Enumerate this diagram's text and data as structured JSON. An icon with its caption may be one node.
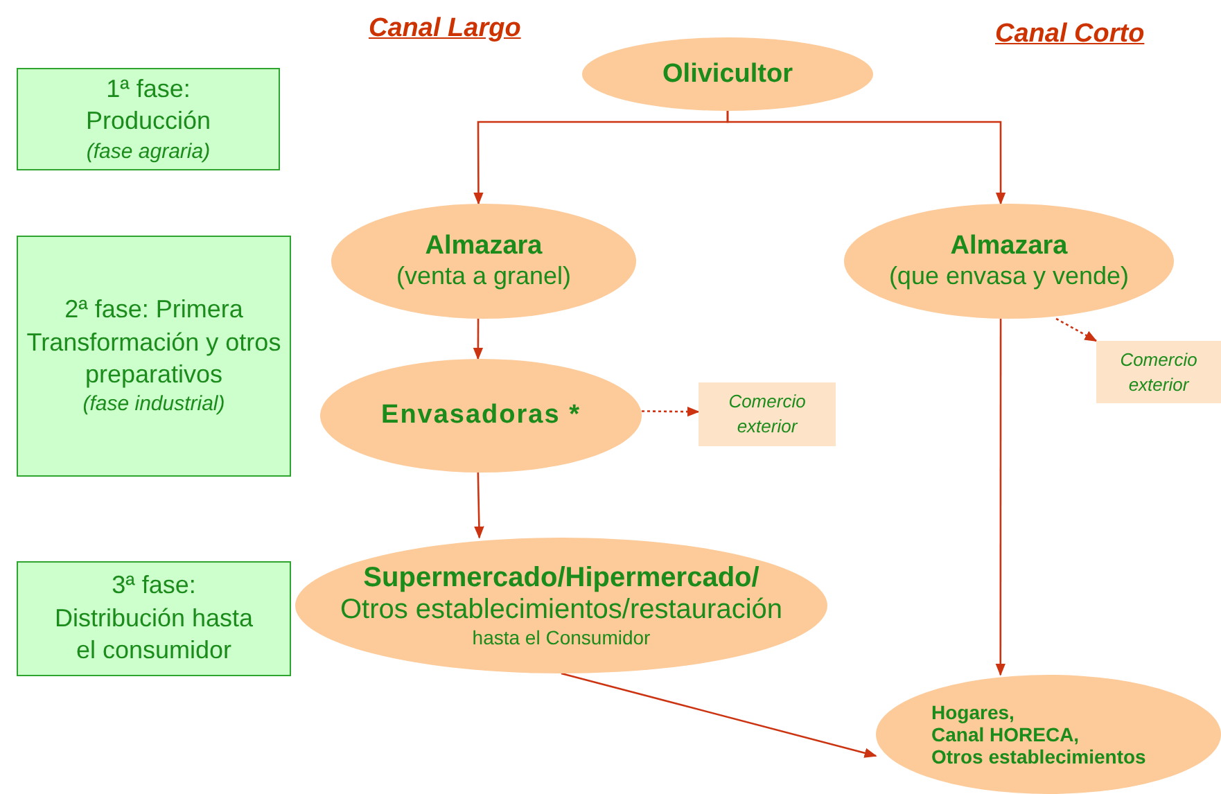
{
  "diagram": {
    "nodes": [
      {
        "text": [
          "1ª fase: Producción",
          "(fase agraria)"
        ]
      },
      {
        "text": [
          "2ª fase: Primera Transformación y otros preparativos",
          "(fase industrial)"
        ]
      },
      {
        "text": [
          "3ª fase: Distribución hasta el consumidor"
        ]
      },
      {
        "text": [
          "Olivicultor"
        ]
      },
      {
        "text": [
          "Almazara",
          "(venta a granel)"
        ]
      },
      {
        "text": [
          "Almazara",
          "(que envasa y vende)"
        ]
      },
      {
        "text": [
          "Envasadoras *"
        ]
      },
      {
        "text": [
          "Comercio exterior"
        ]
      },
      {
        "text": [
          "Comercio exterior"
        ]
      },
      {
        "text": [
          "Supermercado/Hipermercado/",
          "Otros establecimientos/restauración",
          "hasta el Consumidor"
        ]
      },
      {
        "text": [
          "Hogares,",
          "Canal HORECA,",
          "Otros establecimientos"
        ]
      }
    ],
    "edges": [
      {
        "from": 3,
        "to": 4,
        "arrow": "to"
      },
      {
        "from": 3,
        "to": 5,
        "arrow": "to"
      },
      {
        "from": 4,
        "to": 6,
        "arrow": "to"
      },
      {
        "from": 6,
        "to": 7,
        "arrow": "to",
        "style": "dashed"
      },
      {
        "from": 5,
        "to": 8,
        "arrow": "to",
        "style": "dashed"
      },
      {
        "from": 6,
        "to": 9,
        "arrow": "to"
      },
      {
        "from": 5,
        "to": 10,
        "arrow": "to"
      },
      {
        "from": 9,
        "to": 10,
        "arrow": "to"
      }
    ],
    "labels": [
      "Canal Largo",
      "Canal Corto"
    ]
  }
}
